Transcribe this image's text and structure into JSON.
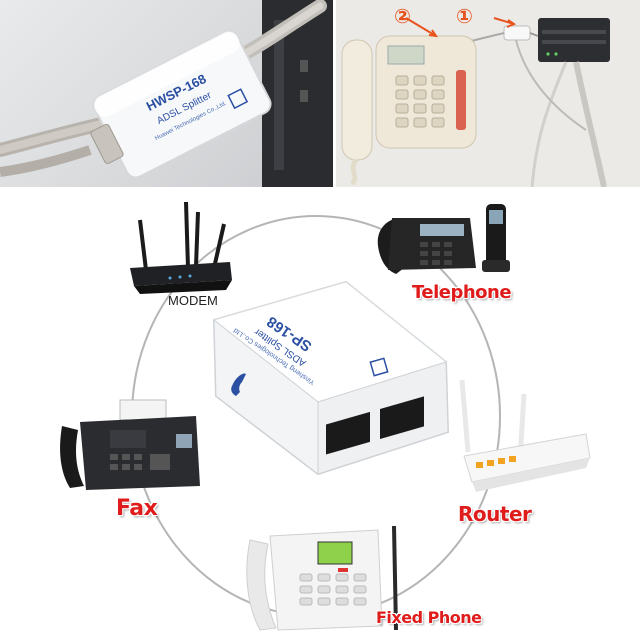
{
  "top_left_photo": {
    "device_model": "HWSP-168",
    "device_type": "ADSL Splitter",
    "manufacturer": "Huawei Technologies Co.,Ltd."
  },
  "top_right_photo": {
    "step_two": "②",
    "step_one": "①"
  },
  "center_device": {
    "model": "SP-168",
    "type": "ADSL Splitter",
    "manufacturer": "Yinsheng Technologies Co.,Ltd"
  },
  "labels": {
    "modem": "MODEM",
    "telephone": "Telephone",
    "fax": "Fax",
    "router": "Router",
    "fixed_phone": "Fixed Phone"
  },
  "colors": {
    "label_red": "#e01b1b",
    "arrow_orange": "#e8521c",
    "device_white": "#f6f7f8"
  }
}
